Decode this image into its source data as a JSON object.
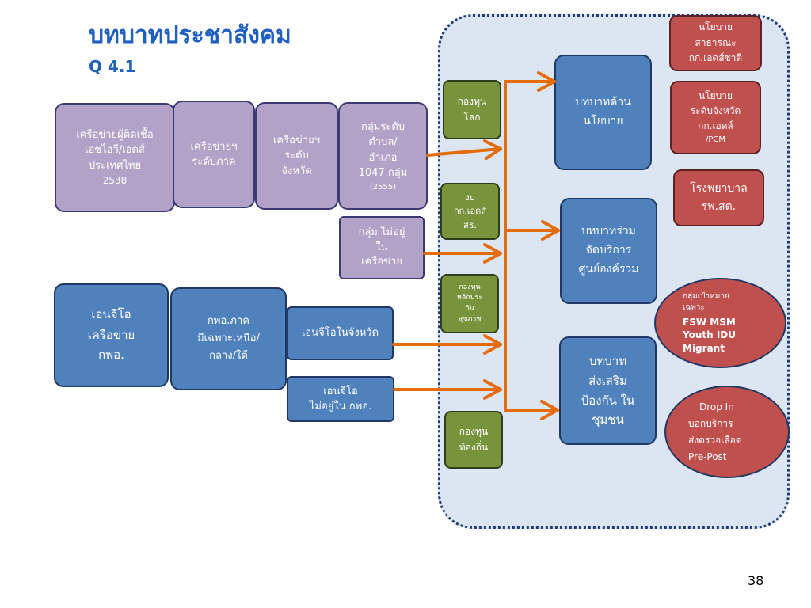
{
  "title": "บทบาทประชาสังคม",
  "subtitle": "Q 4.1",
  "page_number": "38",
  "colors": {
    "title": "#1f5fbf",
    "purple_box": "#b3a2c7",
    "blue_box": "#4f81bd",
    "green_box": "#77933c",
    "red_box": "#c0504d",
    "arrow": "#e46c0a",
    "panel": "#dce6f2"
  },
  "left": {
    "network_national": [
      "เครือข่ายผู้ติดเชื้อ",
      "เอชไอวี/เอดส์",
      "ประเทศไทย",
      "2538"
    ],
    "network_regional": [
      "เครือข่ายฯ",
      "ระดับภาค"
    ],
    "network_provincial": [
      "เครือข่ายฯ",
      "ระดับ",
      "จังหวัด"
    ],
    "groups_subdistrict": [
      "กลุ่มระดับ",
      "ตำบล/",
      "อำเภอ",
      "1047 กลุ่ม",
      "(2555)"
    ],
    "groups_outside": [
      "กลุ่ม ไม่อยู่",
      "ใน",
      "เครือข่าย"
    ],
    "ngo_network": [
      "เอนจีโอ",
      "เครือข่าย",
      "กพอ."
    ],
    "ngo_regional": [
      "กพอ.ภาค",
      "มีเฉพาะเหนือ/",
      "กลาง/ใต้"
    ],
    "ngo_provincial": [
      "เอนจีโอในจังหวัด"
    ],
    "ngo_outside": [
      "เอนจีโอ",
      "ไม่อยู่ใน กพอ."
    ]
  },
  "funding": {
    "global_fund": [
      "กองทุน",
      "โลก"
    ],
    "budget": [
      "งบ",
      "กก.เอดส์",
      "สธ."
    ],
    "health_fund": [
      "กองทุน",
      "หลักประ",
      "กัน",
      "สุขภาพ"
    ],
    "local_fund": [
      "กองทุน",
      "ท้องถิ่น"
    ]
  },
  "roles": {
    "policy": [
      "บทบาทด้าน",
      "นโยบาย"
    ],
    "service": [
      "บทบาทร่วม",
      "จัดบริการ",
      "ศูนย์องค์รวม"
    ],
    "prevention": [
      "บทบาท",
      "ส่งเสริม",
      "ป้องกัน ใน",
      "ชุมชน"
    ]
  },
  "outcomes": {
    "public_policy": [
      "นโยบาย",
      "สาธารณะ",
      "กก.เอดส์ชาติ"
    ],
    "provincial_policy": [
      "นโยบาย",
      "ระดับจังหวัด",
      "กก.เอดส์",
      "/PCM"
    ],
    "hospital": [
      "โรงพยาบาล",
      "รพ.สต."
    ],
    "target_groups": [
      "กลุ่มเป้าหมาย",
      "เฉพาะ",
      "FSW MSM",
      "Youth IDU",
      "Migrant"
    ],
    "drop_in": [
      "Drop In",
      "บอกบริการ",
      "ส่งตรวจเลือด",
      "Pre-Post"
    ]
  }
}
